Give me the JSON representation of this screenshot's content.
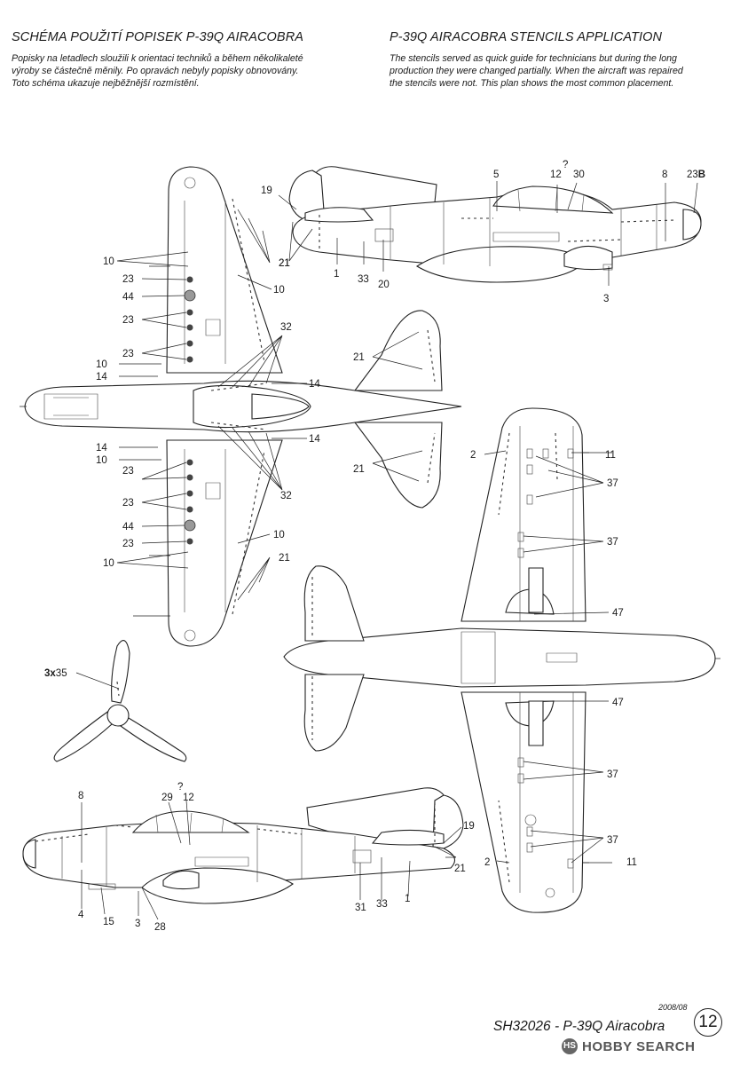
{
  "header_cz": {
    "title": "SCHÉMA POUŽITÍ POPISEK P-39Q AIRACOBRA",
    "lines": [
      "Popisky na letadlech sloužili k orientaci techniků a během několikaleté",
      "výroby se částečně měnily. Po opravách nebyly popisky obnovovány.",
      "Toto schéma ukazuje nejběžnější rozmístění."
    ]
  },
  "header_en": {
    "title": "P-39Q AIRACOBRA STENCILS APPLICATION",
    "lines": [
      "The stencils served as quick guide for technicians but during the long",
      "production they were changed partially. When the aircraft was repaired",
      "the stencils were not. This plan shows the most common placement."
    ]
  },
  "callouts": {
    "side_top": [
      "19",
      "21",
      "1",
      "33",
      "20",
      "5",
      "?",
      "12",
      "30",
      "8",
      "23",
      "B",
      "3"
    ],
    "plan_top": [
      "10",
      "23",
      "44",
      "23",
      "23",
      "10",
      "14",
      "21",
      "10",
      "32",
      "14",
      "21",
      "14",
      "10",
      "23",
      "23",
      "44",
      "23",
      "10",
      "32",
      "10",
      "21"
    ],
    "plan_bottom": [
      "2",
      "11",
      "37",
      "37",
      "47",
      "47",
      "37",
      "37",
      "2",
      "11"
    ],
    "propeller": [
      "3x",
      "35"
    ],
    "side_bottom": [
      "8",
      "4",
      "15",
      "3",
      "28",
      "29",
      "?",
      "12",
      "31",
      "33",
      "1",
      "19",
      "21"
    ]
  },
  "footer": {
    "date": "2008/08",
    "title": "SH32026 - P-39Q Airacobra",
    "page_number": "12"
  },
  "watermark": {
    "text": "HOBBY SEARCH"
  }
}
